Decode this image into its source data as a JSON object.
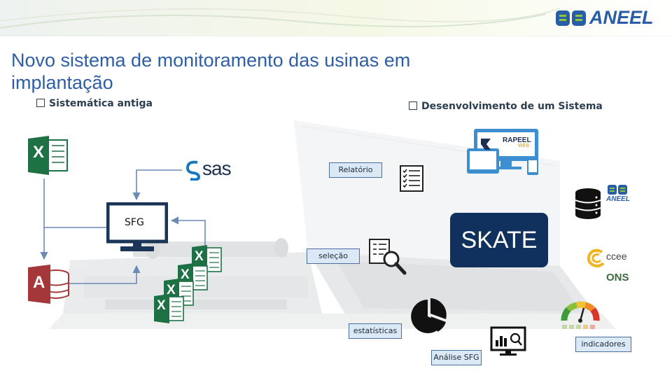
{
  "slide": {
    "title": "Novo sistema de monitoramento das usinas em implantação",
    "bullets": {
      "old": "Sistemática antiga",
      "new": "Desenvolvimento de um Sistema"
    }
  },
  "logos": {
    "aneel": "ANEEL",
    "sas": "sas",
    "rapeel": "RAPEEL",
    "rapeel_sub": "WEB",
    "ccee": "ccee",
    "ons": "ONS"
  },
  "boxes": {
    "sfg": "SFG",
    "skate": "SKATE",
    "relatorio": "Relatório",
    "selecao": "seleção",
    "estatisticas": "estatísticas",
    "analise_sfg": "Análise SFG",
    "indicadores": "indicadores"
  },
  "icons": {
    "excel": "X",
    "access": "A"
  },
  "colors": {
    "title": "#2e5fa6",
    "skate_bg": "#10305e",
    "label_bg": "#dbe9f6",
    "excel_green": "#1e7145",
    "access_red": "#a4373a",
    "monitor_navy": "#1b3558"
  }
}
